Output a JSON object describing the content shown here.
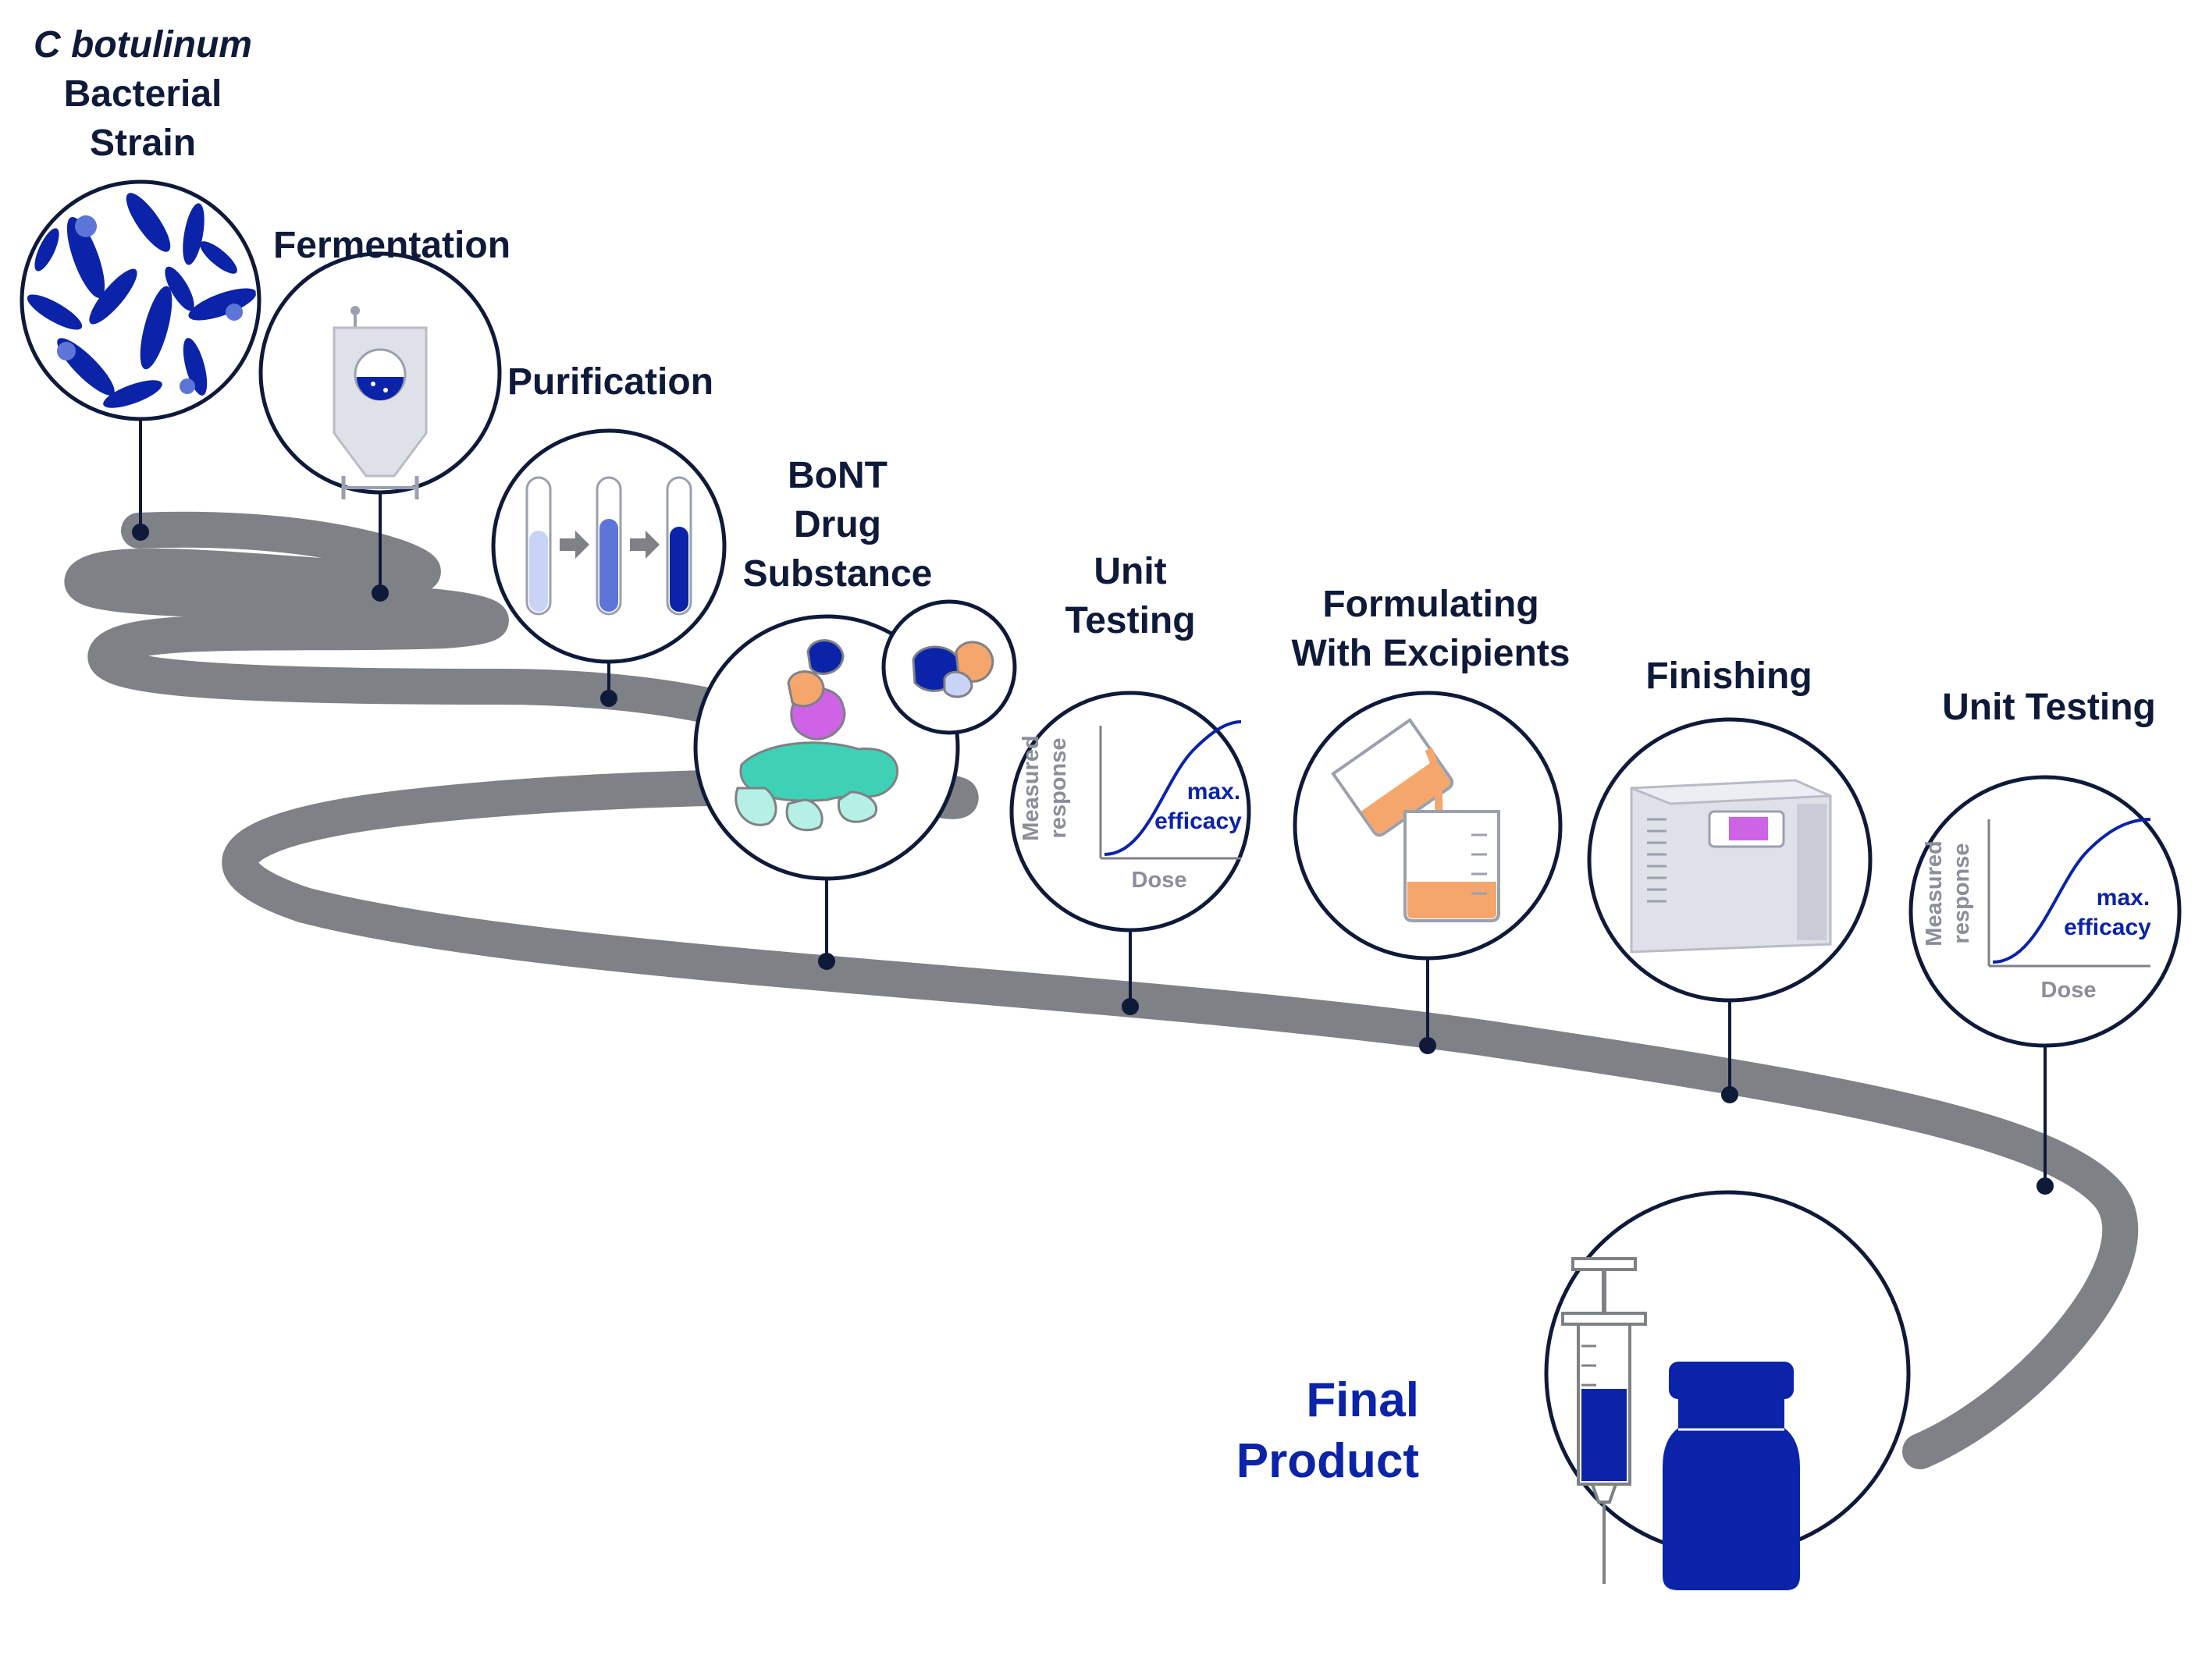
{
  "colors": {
    "road": "#7e8186",
    "navy": "#0f1a3a",
    "accent_blue": "#0b23a8",
    "mid_blue": "#5d74d8",
    "light_blue": "#c9d3f5",
    "orange": "#f4a66c",
    "magenta": "#cf63e5",
    "teal": "#3fd1b6",
    "light_teal": "#b6efe3",
    "gray_equipment": "#dfe1e8"
  },
  "steps": [
    {
      "id": "strain",
      "label_lines": [
        "C botulinum",
        "Bacterial",
        "Strain"
      ],
      "icon": "bacteria-icon"
    },
    {
      "id": "fermentation",
      "label_lines": [
        "Fermentation"
      ],
      "icon": "fermenter-tank-icon"
    },
    {
      "id": "purification",
      "label_lines": [
        "Purification"
      ],
      "icon": "test-tubes-icon"
    },
    {
      "id": "bont",
      "label_lines": [
        "BoNT",
        "Drug",
        "Substance"
      ],
      "icon": "protein-structure-icon"
    },
    {
      "id": "unit-testing-1",
      "label_lines": [
        "Unit",
        "Testing"
      ],
      "icon": "dose-response-chart-icon"
    },
    {
      "id": "formulating",
      "label_lines": [
        "Formulating",
        "With Excipients"
      ],
      "icon": "pouring-beakers-icon"
    },
    {
      "id": "finishing",
      "label_lines": [
        "Finishing"
      ],
      "icon": "freeze-dryer-icon"
    },
    {
      "id": "unit-testing-2",
      "label_lines": [
        "Unit Testing"
      ],
      "icon": "dose-response-chart-icon"
    },
    {
      "id": "final",
      "label_lines": [
        "Final",
        "Product"
      ],
      "icon": "syringe-vial-icon"
    }
  ],
  "mini_chart": {
    "ylabel_lines": [
      "Measured",
      "response"
    ],
    "xlabel": "Dose",
    "annotation_lines": [
      "max.",
      "efficacy"
    ]
  }
}
